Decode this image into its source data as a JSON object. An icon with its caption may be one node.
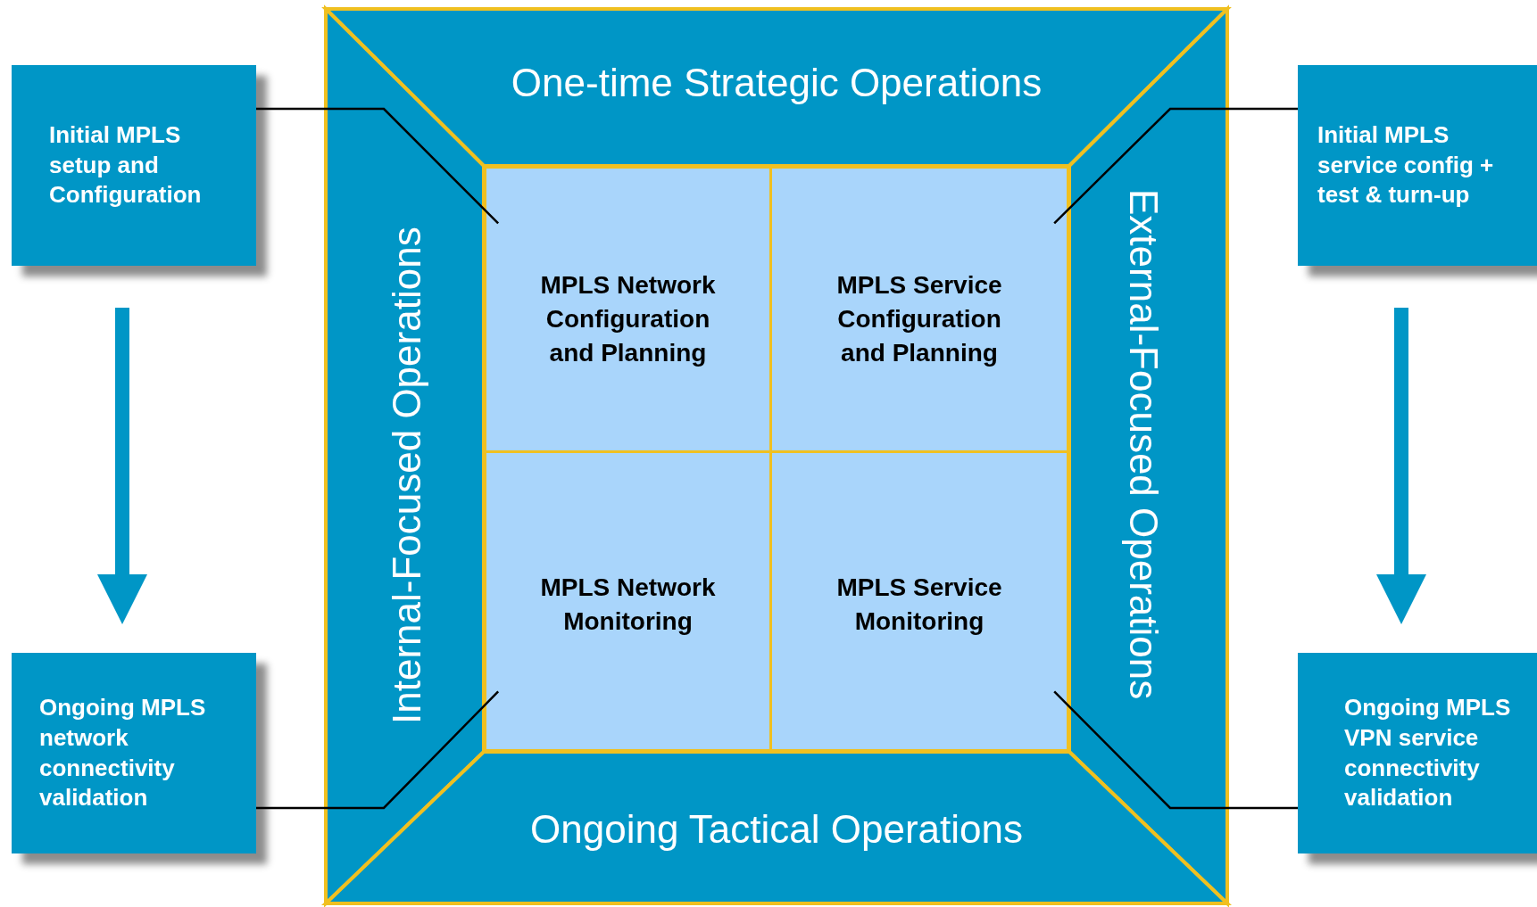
{
  "diagram": {
    "nodes": [
      {
        "text": [
          "Initial MPLS setup and Configuration"
        ]
      },
      {
        "text": [
          "One-time Strategic Operations"
        ]
      },
      {
        "text": [
          "Initial MPLS service config + test & turn-up"
        ]
      },
      {
        "text": [
          "Internal-Focused Operations"
        ]
      },
      {
        "text": [
          "MPLS Network Configuration and Planning"
        ]
      },
      {
        "text": [
          "MPLS Service Configuration and Planning"
        ]
      },
      {
        "text": [
          "External-Focused Operations"
        ]
      },
      {
        "text": [
          "MPLS Network Monitoring"
        ]
      },
      {
        "text": [
          "MPLS Service Monitoring"
        ]
      },
      {
        "text": [
          "Ongoing MPLS network connectivity validation"
        ]
      },
      {
        "text": [
          "Ongoing Tactical Operations"
        ]
      },
      {
        "text": [
          "Ongoing MPLS VPN service connectivity validation"
        ]
      }
    ],
    "edges": [
      {
        "from": 0,
        "to": 9,
        "arrow": "to",
        "style": "thick",
        "color": "#0096c6"
      },
      {
        "from": 2,
        "to": 11,
        "arrow": "to",
        "style": "thick",
        "color": "#0096c6"
      },
      {
        "from": 0,
        "to": 4,
        "arrow": "none"
      },
      {
        "from": 2,
        "to": 5,
        "arrow": "none"
      },
      {
        "from": 9,
        "to": 7,
        "arrow": "none"
      },
      {
        "from": 11,
        "to": 8,
        "arrow": "none"
      }
    ]
  }
}
